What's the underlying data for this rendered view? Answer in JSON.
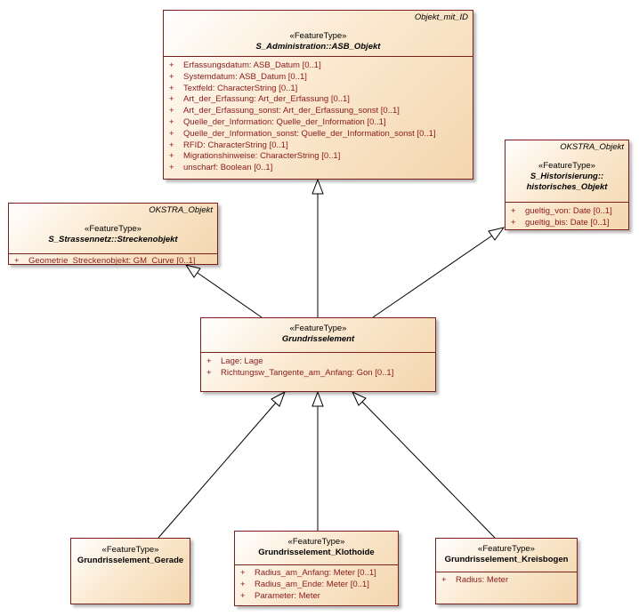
{
  "stereotype": "«FeatureType»",
  "classes": {
    "asb_objekt": {
      "tag": "Objekt_mit_ID",
      "name": "S_Administration::ASB_Objekt",
      "attributes": [
        "Erfassungsdatum: ASB_Datum [0..1]",
        "Systemdatum: ASB_Datum [0..1]",
        "Textfeld: CharacterString [0..1]",
        "Art_der_Erfassung: Art_der_Erfassung [0..1]",
        "Art_der_Erfassung_sonst: Art_der_Erfassung_sonst [0..1]",
        "Quelle_der_Information: Quelle_der_Information [0..1]",
        "Quelle_der_Information_sonst: Quelle_der_Information_sonst [0..1]",
        "RFID: CharacterString [0..1]",
        "Migrationshinweise: CharacterString [0..1]",
        "unscharf: Boolean [0..1]"
      ]
    },
    "historisches_objekt": {
      "tag": "OKSTRA_Objekt",
      "name_line1": "S_Historisierung::",
      "name_line2": "historisches_Objekt",
      "attributes": [
        "gueltig_von: Date [0..1]",
        "gueltig_bis: Date [0..1]"
      ]
    },
    "streckenobjekt": {
      "tag": "OKSTRA_Objekt",
      "name": "S_Strassennetz::Streckenobjekt",
      "attributes": [
        "Geometrie_Streckenobjekt: GM_Curve [0..1]"
      ]
    },
    "grundrisselement": {
      "name": "Grundrisselement",
      "attributes": [
        "Lage: Lage",
        "Richtungsw_Tangente_am_Anfang: Gon [0..1]"
      ]
    },
    "gerade": {
      "name": "Grundrisselement_Gerade",
      "attributes": []
    },
    "klothoide": {
      "name": "Grundrisselement_Klothoide",
      "attributes": [
        "Radius_am_Anfang: Meter [0..1]",
        "Radius_am_Ende: Meter [0..1]",
        "Parameter: Meter"
      ]
    },
    "kreisbogen": {
      "name": "Grundrisselement_Kreisbogen",
      "attributes": [
        "Radius: Meter"
      ]
    }
  },
  "visibility_symbol": "+"
}
